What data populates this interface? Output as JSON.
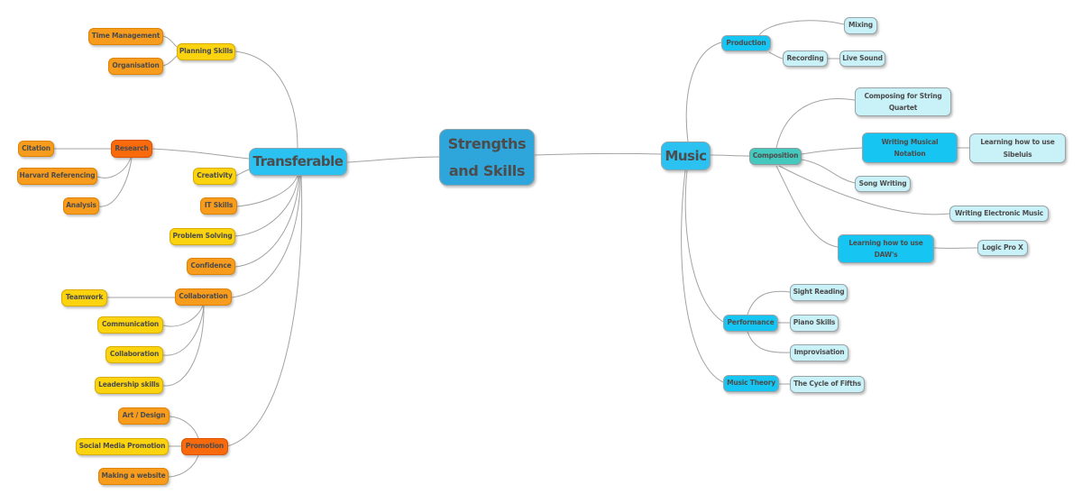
{
  "title": "Strengths and Skills mind map",
  "colors": {
    "branch_orange": "#F89C1E",
    "branch_yellow": "#FBD30F",
    "branch_deep_orange": "#F96A0D",
    "hub_cyan": "#2BC1F0",
    "node_cyan": "#17C5F2",
    "node_light_cyan": "#C9F1F8",
    "node_teal": "#45C8BD",
    "root_blue": "#2EA6DB",
    "connector_gray": "#A3A3A3",
    "text": "#4C4C4C",
    "background": "#FFFFFF"
  },
  "labels": {
    "root": "Strengths and Skills",
    "transferable": "Transferable",
    "planning_skills": "Planning Skills",
    "time_management": "Time Management",
    "organisation": "Organisation",
    "research": "Research",
    "citation": "Citation",
    "harvard_referencing": "Harvard Referencing",
    "analysis": "Analysis",
    "creativity": "Creativity",
    "it_skills": "IT Skills",
    "problem_solving": "Problem Solving",
    "confidence": "Confidence",
    "collaboration_parent": "Collaboration",
    "teamwork": "Teamwork",
    "communication": "Communication",
    "collaboration_child": "Collaboration",
    "leadership_skills": "Leadership skills",
    "promotion": "Promotion",
    "art_design": "Art / Design",
    "social_media_promotion": "Social Media Promotion",
    "making_a_website": "Making a website",
    "music": "Music",
    "production": "Production",
    "mixing": "Mixing",
    "recording": "Recording",
    "live_sound": "Live Sound",
    "composition": "Composition",
    "composing_for_string_quartet": "Composing for String Quartet",
    "writing_musical_notation": "Writing Musical Notation",
    "learning_sibelius": "Learning how to use Sibeluis",
    "song_writing": "Song Writing",
    "writing_electronic_music": "Writing Electronic Music",
    "learning_daws": "Learning how to use DAW's",
    "logic_pro_x": "Logic Pro X",
    "performance": "Performance",
    "sight_reading": "Sight Reading",
    "piano_skills": "Piano Skills",
    "improvisation": "Improvisation",
    "music_theory": "Music Theory",
    "cycle_of_fifths": "The Cycle of Fifths"
  },
  "hierarchy": {
    "root": "root",
    "children": [
      {
        "id": "transferable",
        "children": [
          {
            "id": "planning_skills",
            "children": [
              "time_management",
              "organisation"
            ]
          },
          {
            "id": "research",
            "children": [
              "citation",
              "harvard_referencing",
              "analysis"
            ]
          },
          {
            "id": "creativity"
          },
          {
            "id": "it_skills"
          },
          {
            "id": "problem_solving"
          },
          {
            "id": "confidence"
          },
          {
            "id": "collaboration_parent",
            "children": [
              "teamwork",
              "communication",
              "collaboration_child",
              "leadership_skills"
            ]
          },
          {
            "id": "promotion",
            "children": [
              "art_design",
              "social_media_promotion",
              "making_a_website"
            ]
          }
        ]
      },
      {
        "id": "music",
        "children": [
          {
            "id": "production",
            "children": [
              "mixing",
              {
                "id": "recording",
                "children": [
                  "live_sound"
                ]
              }
            ]
          },
          {
            "id": "composition",
            "children": [
              "composing_for_string_quartet",
              {
                "id": "writing_musical_notation",
                "children": [
                  "learning_sibelius"
                ]
              },
              "song_writing",
              "writing_electronic_music",
              {
                "id": "learning_daws",
                "children": [
                  "logic_pro_x"
                ]
              }
            ]
          },
          {
            "id": "performance",
            "children": [
              "sight_reading",
              "piano_skills",
              "improvisation"
            ]
          },
          {
            "id": "music_theory",
            "children": [
              "cycle_of_fifths"
            ]
          }
        ]
      }
    ]
  }
}
